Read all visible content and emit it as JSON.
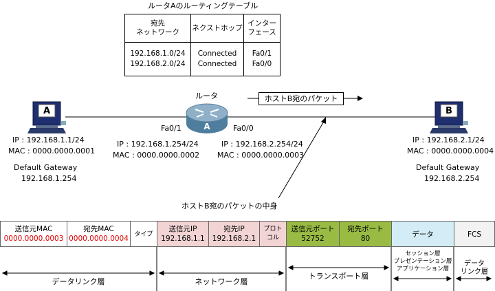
{
  "routing_table": {
    "title": "ルータAのルーティングテーブル",
    "headers": [
      "宛先\nネットワーク",
      "ネクストホップ",
      "インター\nフェース"
    ],
    "destinations": "192.168.1.0/24\n192.168.2.0/24",
    "next_hops": "Connected\nConnected",
    "interfaces": "Fa0/1\nFa0/0"
  },
  "router": {
    "label": "ルータ",
    "letter": "A",
    "fa01": "Fa0/1",
    "fa00": "Fa0/0",
    "ip_left": "IP : 192.168.1.254/24",
    "mac_left": "MAC : 0000.0000.0002",
    "ip_right": "IP : 192.168.2.254/24",
    "mac_right": "MAC : 0000.0000.0003"
  },
  "host_a": {
    "letter": "A",
    "ip": "IP : 192.168.1.1/24",
    "mac": "MAC : 0000.0000.0001",
    "gw_label": "Default Gateway",
    "gw": "192.168.1.254"
  },
  "host_b": {
    "letter": "B",
    "ip": "IP : 192.168.2.1/24",
    "mac": "MAC : 0000.0000.0004",
    "gw_label": "Default Gateway",
    "gw": "192.168.2.254"
  },
  "packet_label": "ホストB宛のパケット",
  "contents_label": "ホストB宛のパケットの中身",
  "packet": {
    "src_mac_h": "送信元MAC",
    "src_mac": "0000.0000.0003",
    "dst_mac_h": "宛先MAC",
    "dst_mac": "0000.0000.0004",
    "type": "タイプ",
    "src_ip_h": "送信元IP",
    "src_ip": "192.168.1.1",
    "dst_ip_h": "宛先IP",
    "dst_ip": "192.168.2.1",
    "proto": "プロト\nコル",
    "src_port_h": "送信元ポート",
    "src_port": "52752",
    "dst_port_h": "宛先ポート",
    "dst_port": "80",
    "data": "データ",
    "fcs": "FCS"
  },
  "layers": {
    "datalink": "データリンク層",
    "network": "ネットワーク層",
    "transport": "トランスポート層",
    "upper": "セッション層\nプレゼンテーション層\nアプリケーション層",
    "fcs_layer": "データ\nリンク層"
  },
  "colors": {
    "l2": "#ffffff",
    "l3": "#f2d4d4",
    "l4": "#99bb44",
    "data": "#d3ecf5",
    "fcs": "#f2f2f2",
    "highlight": "#e00000"
  }
}
